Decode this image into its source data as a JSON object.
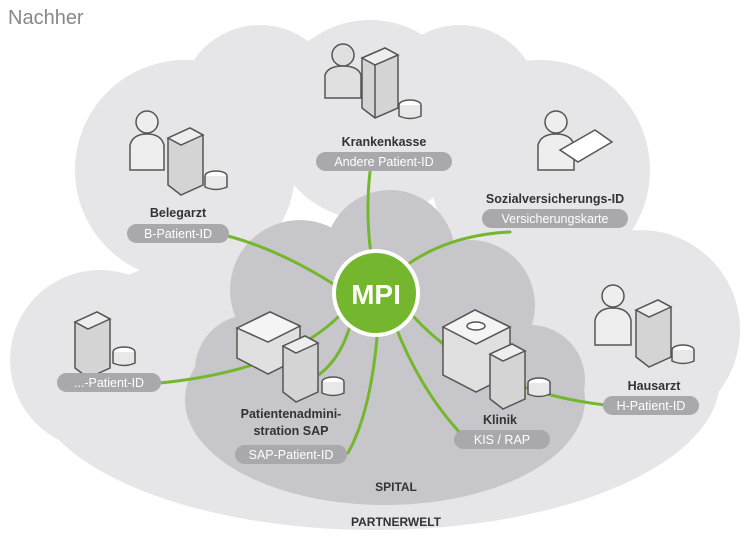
{
  "heading": "Nachher",
  "hub": "MPI",
  "zones": {
    "inner": "SPITAL",
    "outer": "PARTNERWELT"
  },
  "nodes": {
    "krankenkasse": {
      "name": "Krankenkasse",
      "tag": "Andere Patient-ID"
    },
    "sozial": {
      "name": "Sozialversicherungs-ID",
      "tag": "Versicherungskarte"
    },
    "belegarzt": {
      "name": "Belegarzt",
      "tag": "B-Patient-ID"
    },
    "hausarzt": {
      "name": "Hausarzt",
      "tag": "H-Patient-ID"
    },
    "klinik": {
      "name": "Klinik",
      "tag": "KIS / RAP"
    },
    "sap": {
      "name1": "Patientenadmini-",
      "name2": "stration SAP",
      "tag": "SAP-Patient-ID"
    },
    "other": {
      "tag": "...-Patient-ID"
    }
  },
  "colors": {
    "accent": "#74b72e",
    "cloud_outer": "#e6e6e8",
    "cloud_inner": "#c7c7cb",
    "pill": "#a8a8ad"
  }
}
